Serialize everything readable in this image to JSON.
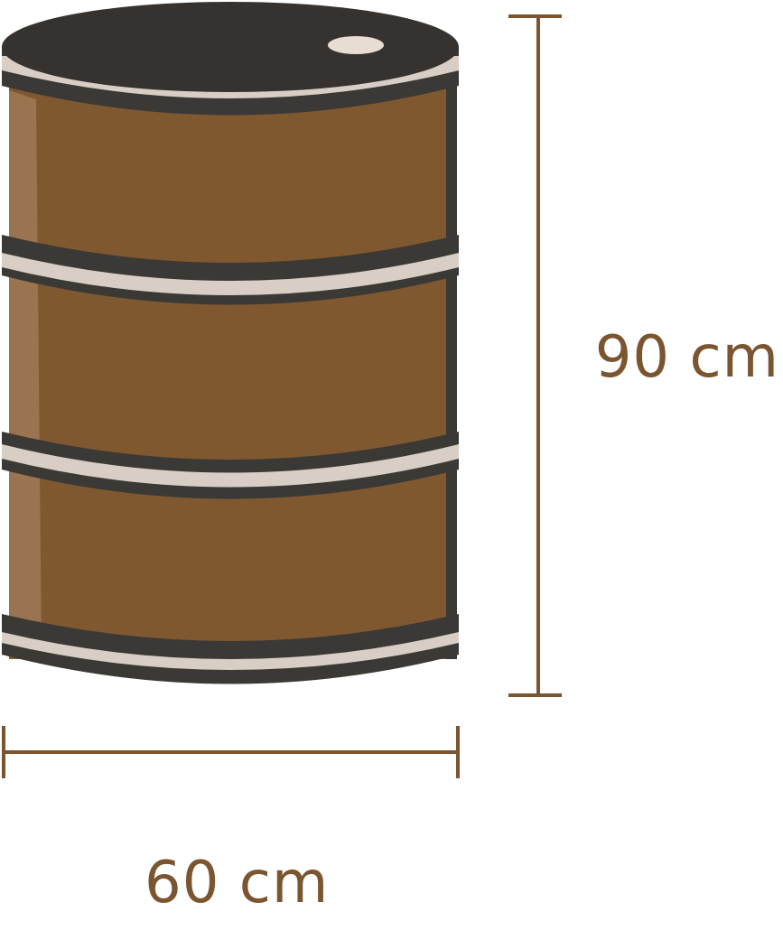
{
  "dimensions": {
    "height_label": "90 cm",
    "width_label": "60 cm",
    "height_value_cm": 90,
    "width_value_cm": 60
  },
  "colors": {
    "barrel_body": "#7f5830",
    "barrel_highlight": "#9a7350",
    "barrel_dark": "#3b3935",
    "barrel_band_light": "#d8cec5",
    "barrel_top": "#353230",
    "bung": "#e8ddd2",
    "dimension_line": "#7a5530"
  },
  "icons": {
    "barrel": "oil-drum-icon"
  }
}
